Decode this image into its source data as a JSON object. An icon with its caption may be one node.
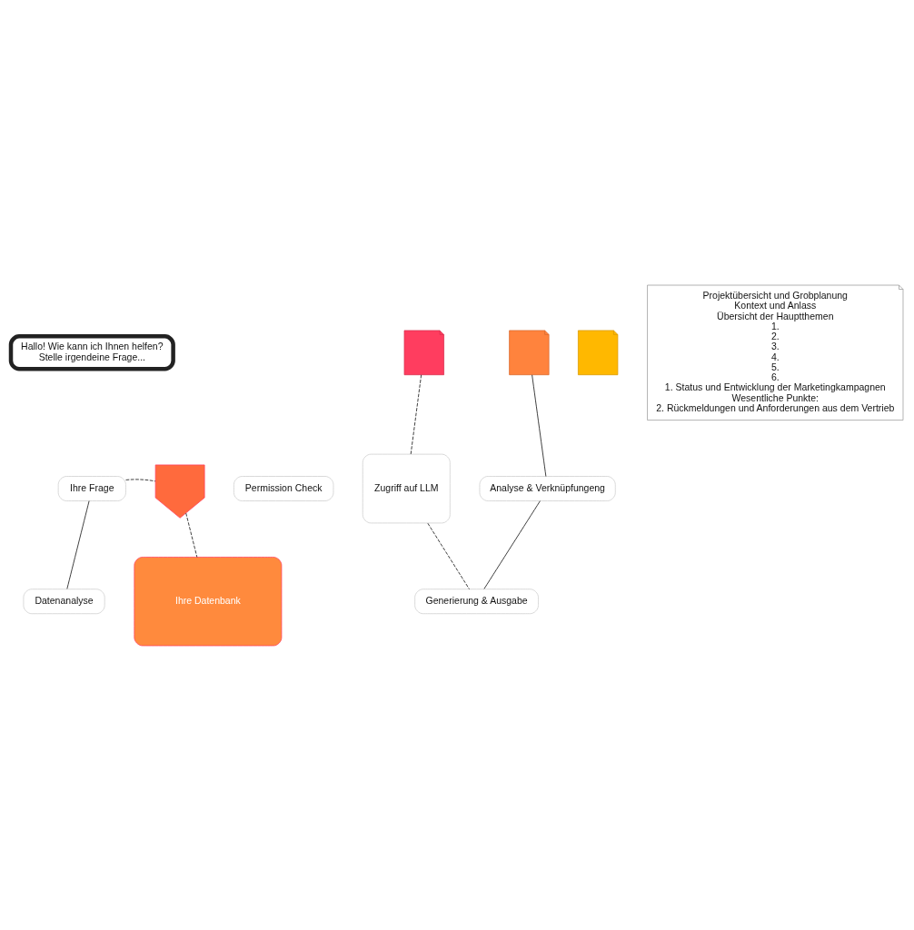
{
  "diagram": {
    "nodes": [
      {
        "text": [
          "Hallo! Wie kann ich Ihnen helfen?",
          "Stelle irgendeine Frage..."
        ]
      },
      {
        "text": [
          "Ihre Frage"
        ]
      },
      {
        "text": [],
        "shape": "shield"
      },
      {
        "text": [
          "Permission Check"
        ]
      },
      {
        "text": [
          "Datenanalyse"
        ]
      },
      {
        "text": [
          "Ihre Datenbank"
        ]
      },
      {
        "text": [],
        "shape": "document"
      },
      {
        "text": [],
        "shape": "document"
      },
      {
        "text": [],
        "shape": "document"
      },
      {
        "text": [
          "Zugriff auf LLM"
        ]
      },
      {
        "text": [
          "Analyse & Verknüpfungeng"
        ]
      },
      {
        "text": [
          "Generierung & Ausgabe"
        ]
      },
      {
        "text": [
          "Projektübersicht und Grobplanung",
          "Kontext und Anlass",
          "Übersicht der Hauptthemen",
          "1.",
          "2.",
          "3.",
          "4.",
          "5.",
          "6.",
          "1. Status und Entwicklung der Marketingkampagnen",
          "Wesentliche Punkte:",
          "2. Rückmeldungen und Anforderungen aus dem Vertrieb"
        ]
      }
    ],
    "edges": [
      {
        "from": 1,
        "to": 2,
        "arrow": "none",
        "style": "dashed"
      },
      {
        "from": 2,
        "to": 5,
        "arrow": "none",
        "style": "dashed"
      },
      {
        "from": 1,
        "to": 4,
        "arrow": "none"
      },
      {
        "from": 6,
        "to": 9,
        "arrow": "none",
        "style": "dashed"
      },
      {
        "from": 7,
        "to": 10,
        "arrow": "none"
      },
      {
        "from": 10,
        "to": 11,
        "arrow": "none"
      },
      {
        "from": 9,
        "to": 11,
        "arrow": "none",
        "style": "dashed"
      }
    ]
  }
}
